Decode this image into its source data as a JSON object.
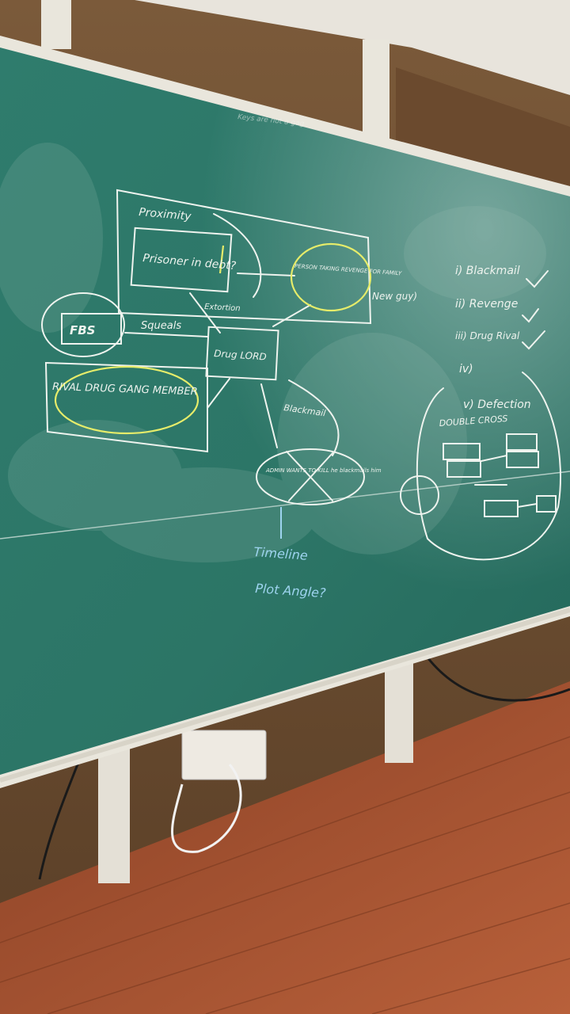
{
  "scene": {
    "description_colors": {
      "board": "#2f7a6c",
      "board_dark": "#27685c",
      "frame": "#e9e6dc",
      "wall": "#8a6440",
      "floor": "#a0502c",
      "chalk_white": "#eef3ee",
      "chalk_yellow": "#e6ec6a",
      "chalk_blue": "#9ed4ef"
    }
  },
  "board": {
    "top_note": "Keys are not a gag",
    "proximity": "Proximity",
    "prisoner": "Prisoner in debt?",
    "extortion": "Extortion",
    "person": "PERSON TAKING REVENGE FOR FAMILY",
    "new_guy": "New guy)",
    "fbs": "FBS",
    "squeals": "Squeals",
    "drug_lord": "Drug LORD",
    "rival": "RIVAL DRUG GANG MEMBER",
    "blackmail_arrow": "Blackmail",
    "admin": "ADMIN WANTS TO KILL he blackmails him",
    "timeline": "Timeline",
    "plot_angle": "Plot Angle?",
    "list": [
      "i) Blackmail",
      "ii) Revenge",
      "iii) Drug Rival",
      "iv)",
      "v) Defection"
    ],
    "double_cross": "DOUBLE CROSS"
  }
}
